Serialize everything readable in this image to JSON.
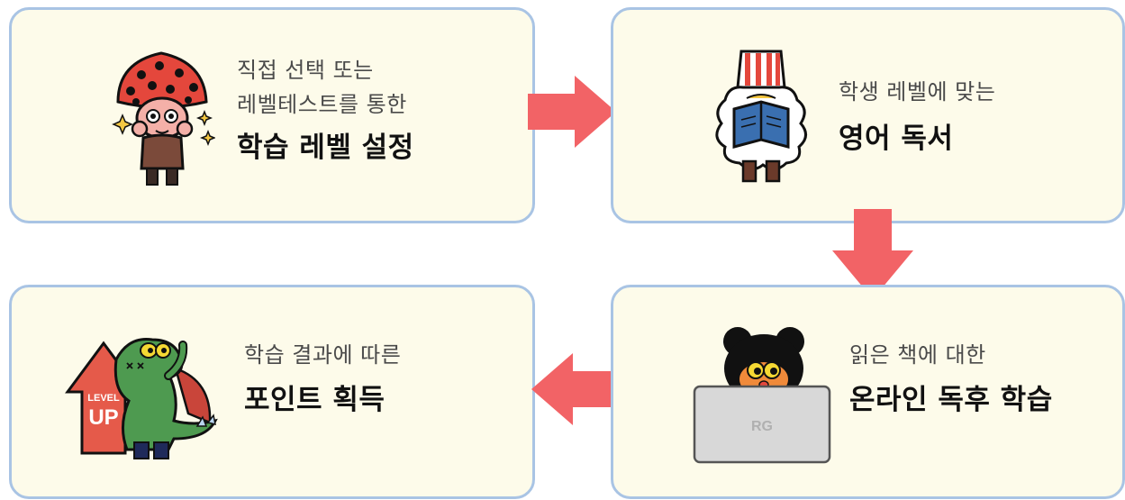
{
  "steps": [
    {
      "lines": [
        "직접 선택 또는",
        "레벨테스트를 통한"
      ],
      "highlight": "학습 레벨 설정",
      "illustration": "mushroom-character-icon"
    },
    {
      "lines": [
        "학생 레벨에 맞는"
      ],
      "highlight": "영어 독서",
      "illustration": "sheep-reading-book-icon"
    },
    {
      "lines": [
        "학습 결과에 따른"
      ],
      "highlight": "포인트 획득",
      "illustration": "dinosaur-level-up-icon"
    },
    {
      "lines": [
        "읽은 책에 대한"
      ],
      "highlight": "온라인 독후 학습",
      "illustration": "bear-laptop-icon"
    }
  ],
  "badges": {
    "level": "LEVEL",
    "up": "UP",
    "laptop_logo": "RG"
  },
  "colors": {
    "card_bg": "#fdfbea",
    "card_border": "#a9c4e4",
    "arrow": "#f26366"
  },
  "arrows": [
    "arrow-right-icon",
    "arrow-down-icon",
    "arrow-left-icon"
  ]
}
